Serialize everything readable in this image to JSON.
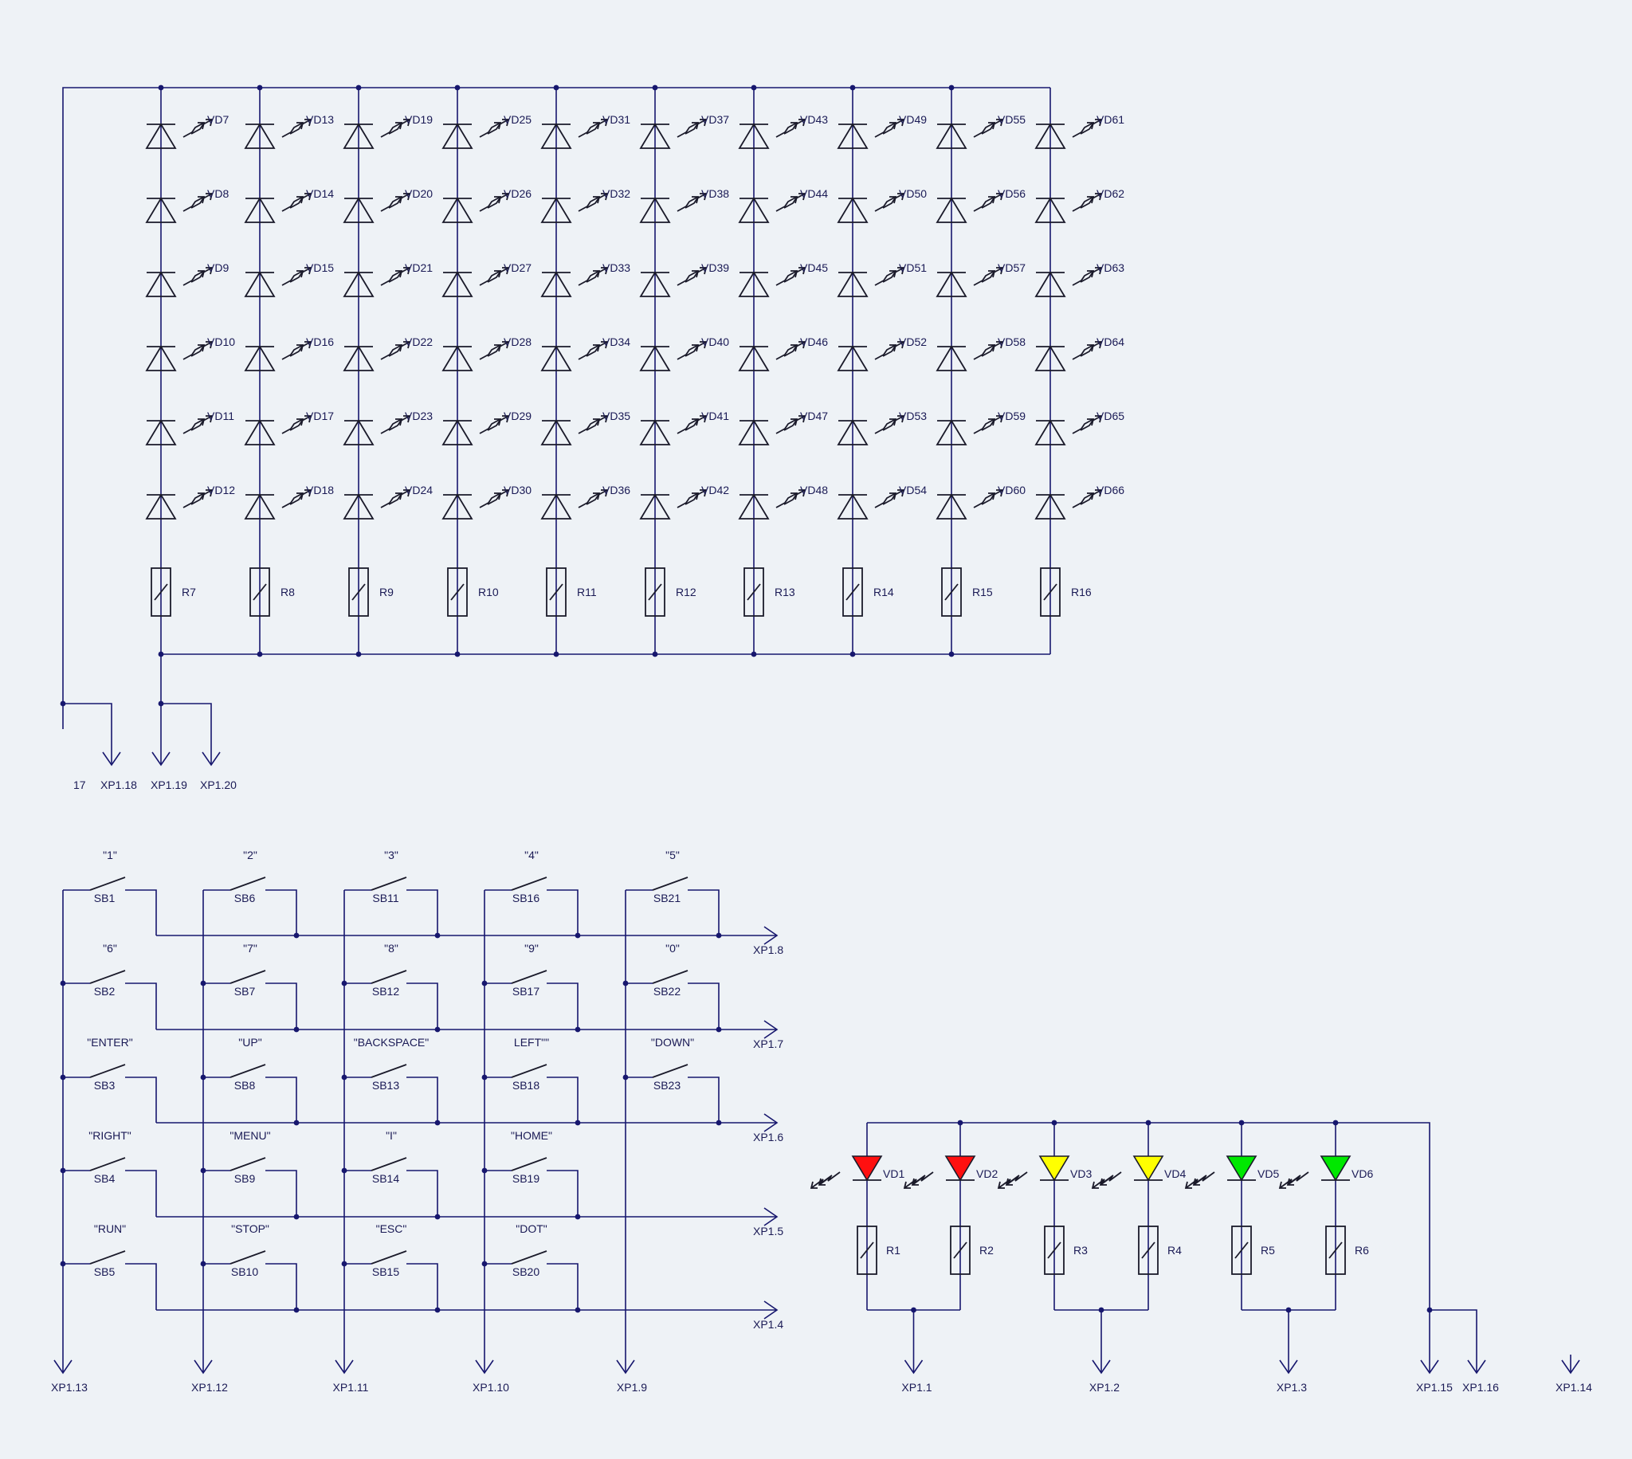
{
  "colors": {
    "wire": "#17176e",
    "symbol": "#1a1a2a",
    "background": "#eef2f6",
    "red": "#ff1010",
    "yellow": "#ffff00",
    "green": "#00e800"
  },
  "matrix": {
    "columns": [
      {
        "diodes": [
          "VD7",
          "VD8",
          "VD9",
          "VD10",
          "VD11",
          "VD12"
        ],
        "resistor": "R7"
      },
      {
        "diodes": [
          "VD13",
          "VD14",
          "VD15",
          "VD16",
          "VD17",
          "VD18"
        ],
        "resistor": "R8"
      },
      {
        "diodes": [
          "VD19",
          "VD20",
          "VD21",
          "VD22",
          "VD23",
          "VD24"
        ],
        "resistor": "R9"
      },
      {
        "diodes": [
          "VD25",
          "VD26",
          "VD27",
          "VD28",
          "VD29",
          "VD30"
        ],
        "resistor": "R10"
      },
      {
        "diodes": [
          "VD31",
          "VD32",
          "VD33",
          "VD34",
          "VD35",
          "VD36"
        ],
        "resistor": "R11"
      },
      {
        "diodes": [
          "VD37",
          "VD38",
          "VD39",
          "VD40",
          "VD41",
          "VD42"
        ],
        "resistor": "R12"
      },
      {
        "diodes": [
          "VD43",
          "VD44",
          "VD45",
          "VD46",
          "VD47",
          "VD48"
        ],
        "resistor": "R13"
      },
      {
        "diodes": [
          "VD49",
          "VD50",
          "VD51",
          "VD52",
          "VD53",
          "VD54"
        ],
        "resistor": "R14"
      },
      {
        "diodes": [
          "VD55",
          "VD56",
          "VD57",
          "VD58",
          "VD59",
          "VD60"
        ],
        "resistor": "R15"
      },
      {
        "diodes": [
          "VD61",
          "VD62",
          "VD63",
          "VD64",
          "VD65",
          "VD66"
        ],
        "resistor": "R16"
      }
    ],
    "connectors": [
      "17",
      "XP1.18",
      "XP1.19",
      "XP1.20"
    ]
  },
  "keypad": {
    "buttons": [
      [
        {
          "key": "\"1\"",
          "ref": "SB1"
        },
        {
          "key": "\"2\"",
          "ref": "SB6"
        },
        {
          "key": "\"3\"",
          "ref": "SB11"
        },
        {
          "key": "\"4\"",
          "ref": "SB16"
        },
        {
          "key": "\"5\"",
          "ref": "SB21"
        }
      ],
      [
        {
          "key": "\"6\"",
          "ref": "SB2"
        },
        {
          "key": "\"7\"",
          "ref": "SB7"
        },
        {
          "key": "\"8\"",
          "ref": "SB12"
        },
        {
          "key": "\"9\"",
          "ref": "SB17"
        },
        {
          "key": "\"0\"",
          "ref": "SB22"
        }
      ],
      [
        {
          "key": "\"ENTER\"",
          "ref": "SB3"
        },
        {
          "key": "\"UP\"",
          "ref": "SB8"
        },
        {
          "key": "\"BACKSPACE\"",
          "ref": "SB13"
        },
        {
          "key": "LEFT\"\"",
          "ref": "SB18"
        },
        {
          "key": "\"DOWN\"",
          "ref": "SB23"
        }
      ],
      [
        {
          "key": "\"RIGHT\"",
          "ref": "SB4"
        },
        {
          "key": "\"MENU\"",
          "ref": "SB9"
        },
        {
          "key": "\"I\"",
          "ref": "SB14"
        },
        {
          "key": "\"HOME\"",
          "ref": "SB19"
        }
      ],
      [
        {
          "key": "\"RUN\"",
          "ref": "SB5"
        },
        {
          "key": "\"STOP\"",
          "ref": "SB10"
        },
        {
          "key": "\"ESC\"",
          "ref": "SB15"
        },
        {
          "key": "\"DOT\"",
          "ref": "SB20"
        }
      ]
    ],
    "row_outputs": [
      "XP1.8",
      "XP1.7",
      "XP1.6",
      "XP1.5",
      "XP1.4"
    ],
    "column_outputs": [
      "XP1.13",
      "XP1.12",
      "XP1.11",
      "XP1.10",
      "XP1.9"
    ]
  },
  "indicators": {
    "leds": [
      {
        "ref": "VD1",
        "color": "red"
      },
      {
        "ref": "VD2",
        "color": "red"
      },
      {
        "ref": "VD3",
        "color": "yellow"
      },
      {
        "ref": "VD4",
        "color": "yellow"
      },
      {
        "ref": "VD5",
        "color": "green"
      },
      {
        "ref": "VD6",
        "color": "green"
      }
    ],
    "resistors": [
      "R1",
      "R2",
      "R3",
      "R4",
      "R5",
      "R6"
    ],
    "pair_outputs": [
      "XP1.1",
      "XP1.2",
      "XP1.3"
    ],
    "common_outputs": [
      "XP1.15",
      "XP1.16"
    ],
    "spare_output": "XP1.14"
  }
}
